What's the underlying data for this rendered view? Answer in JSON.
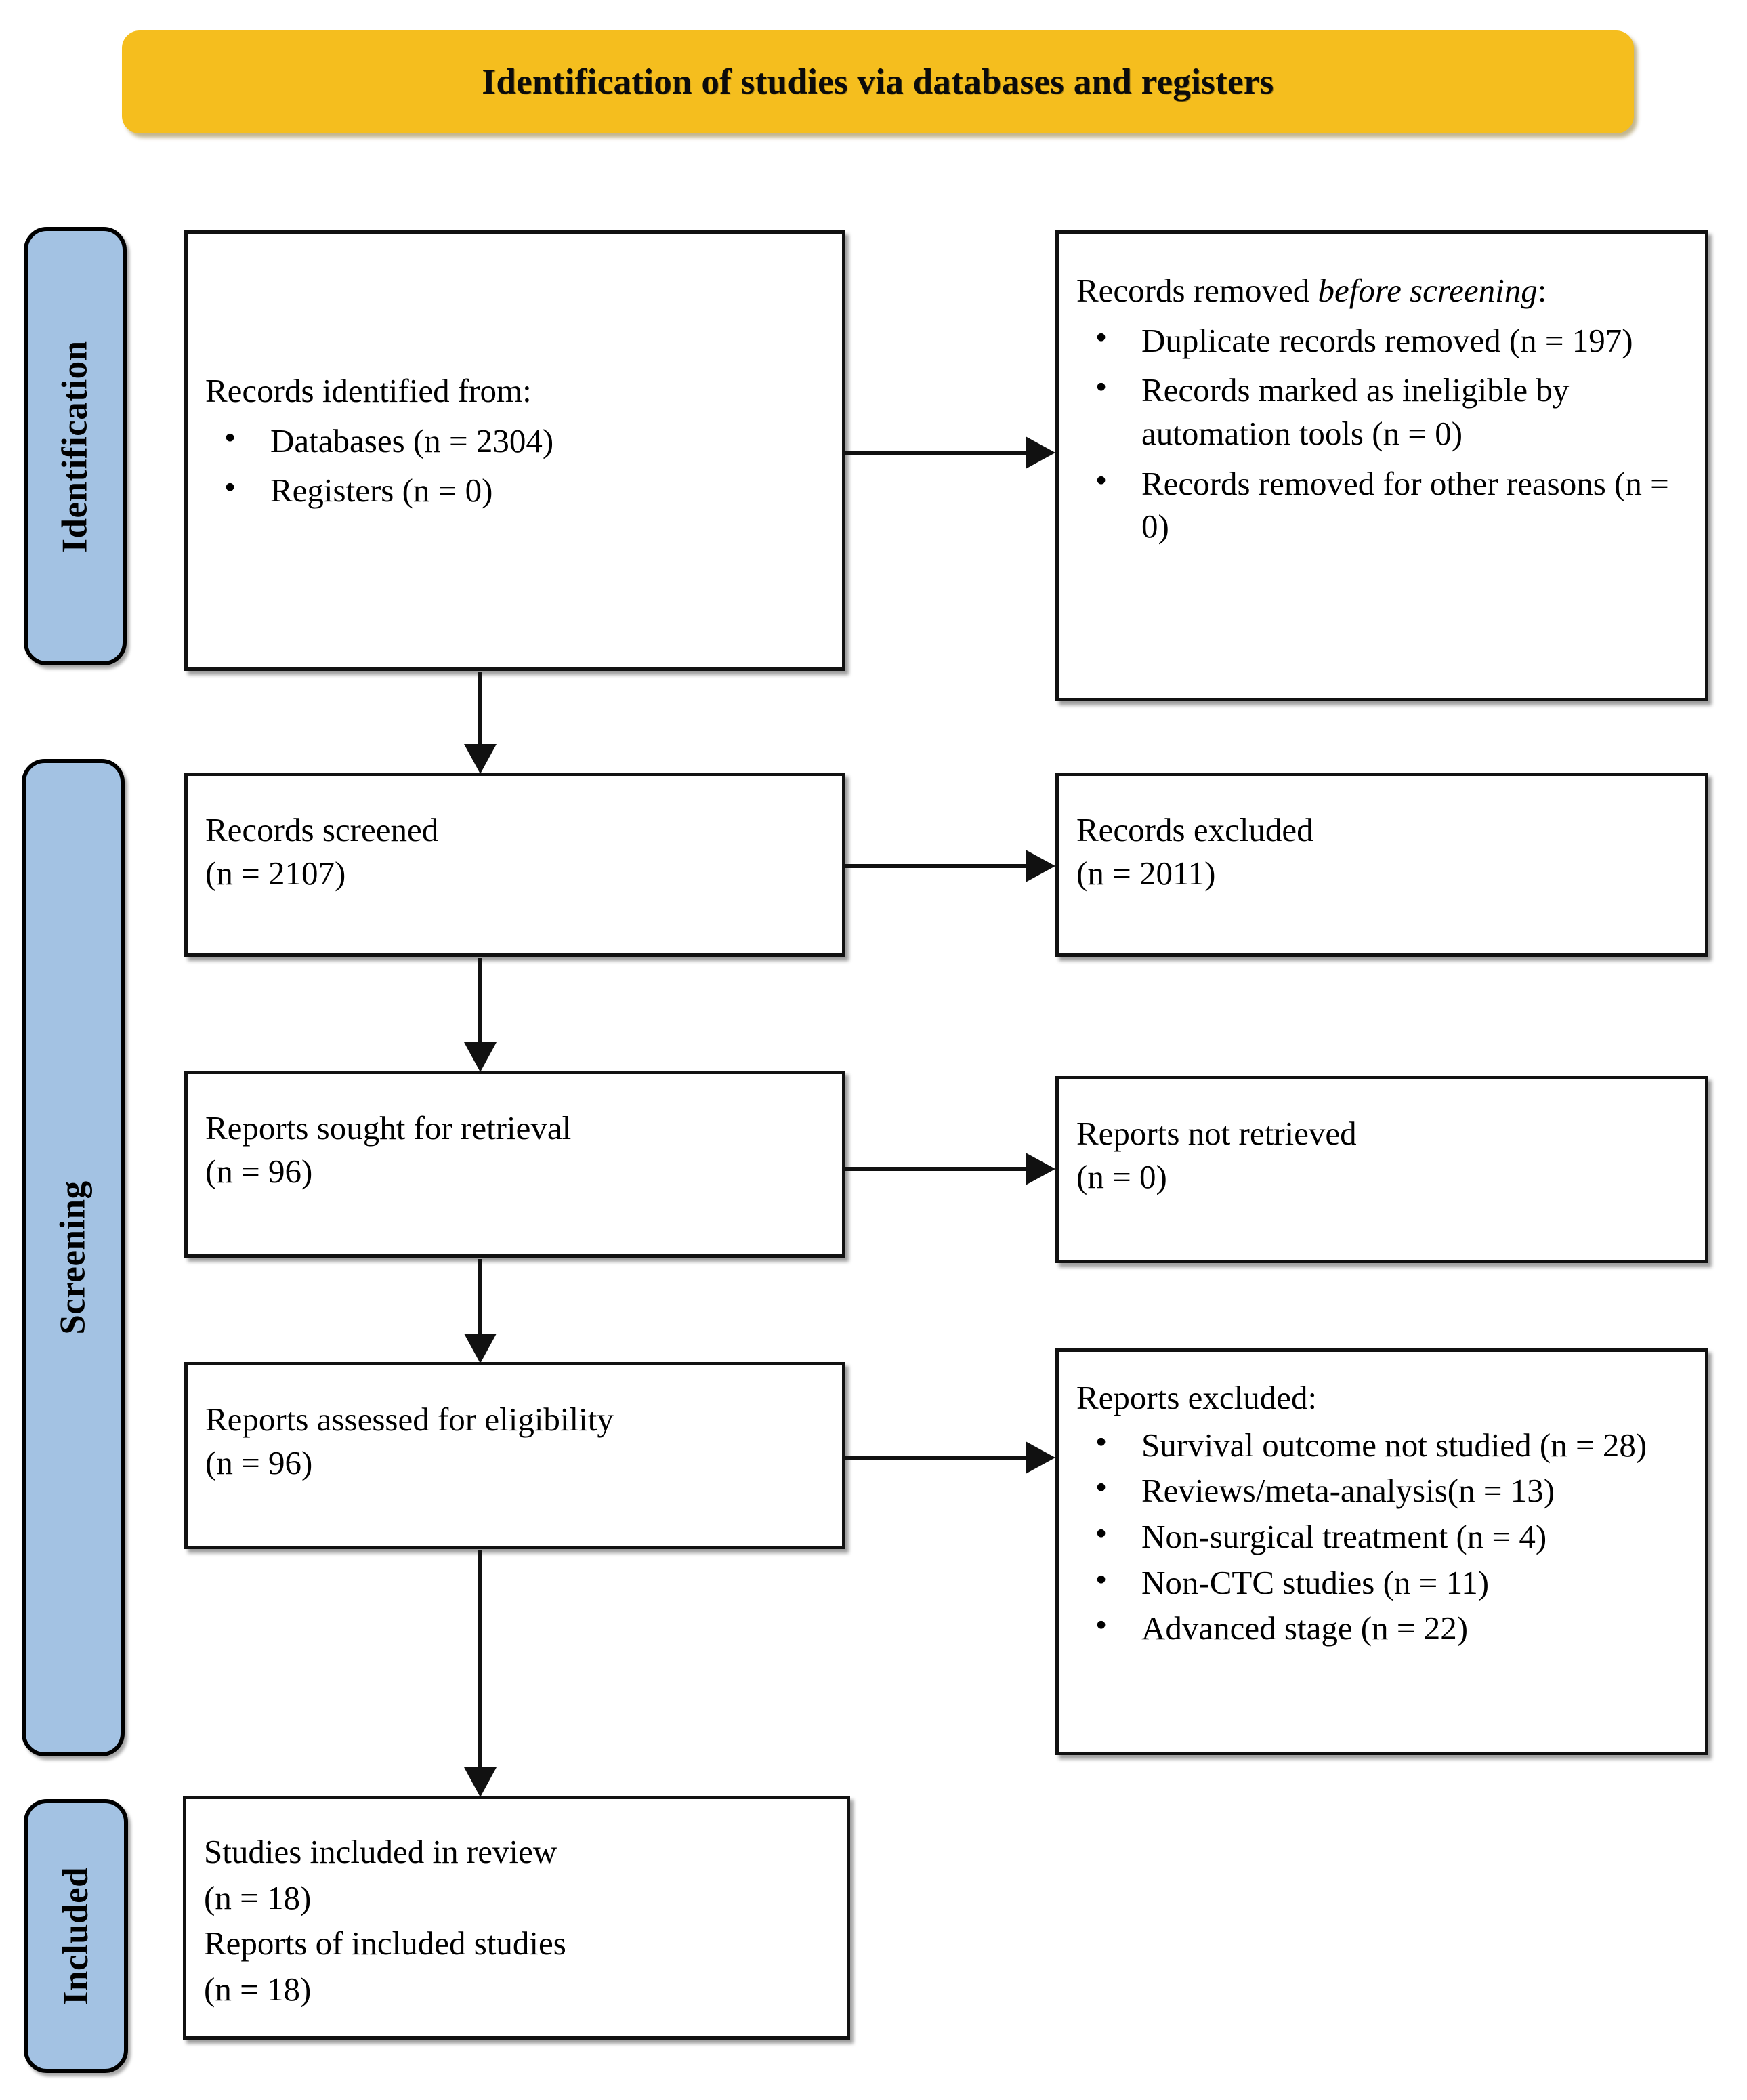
{
  "title": {
    "text": "Identification of studies via databases and registers",
    "color": "#F5BE1E"
  },
  "stages": [
    {
      "id": "identification",
      "label": "Identification",
      "color": "#A3C2E3"
    },
    {
      "id": "screening",
      "label": "Screening",
      "color": "#A3C2E3"
    },
    {
      "id": "included",
      "label": "Included",
      "color": "#A3C2E3"
    }
  ],
  "boxes": {
    "identified": {
      "header": "Records identified from:",
      "items": [
        "Databases (n = 2304)",
        "Registers (n = 0)"
      ]
    },
    "removed_before_screening": {
      "header_pre": "Records removed ",
      "header_em": "before screening",
      "header_post": ":",
      "items": [
        "Duplicate records removed (n = 197)",
        "Records marked as ineligible by automation tools (n = 0)",
        "Records removed for other reasons (n = 0)"
      ]
    },
    "records_screened": {
      "line1": "Records screened",
      "line2": "(n = 2107)"
    },
    "records_excluded": {
      "line1": "Records excluded",
      "line2": "(n = 2011)"
    },
    "reports_sought": {
      "line1": "Reports sought for retrieval",
      "line2": "(n = 96)"
    },
    "reports_not_retrieved": {
      "line1": "Reports not retrieved",
      "line2": "(n = 0)"
    },
    "reports_assessed": {
      "line1": "Reports assessed for eligibility",
      "line2": "(n = 96)"
    },
    "reports_excluded": {
      "header": "Reports excluded:",
      "items": [
        "Survival outcome not studied (n = 28)",
        "Reviews/meta-analysis(n = 13)",
        "Non-surgical treatment (n = 4)",
        "Non-CTC studies (n = 11)",
        "Advanced stage (n = 22)"
      ]
    },
    "included": {
      "line1": "Studies included in review",
      "line2": "(n = 18)",
      "line3": "Reports of included studies",
      "line4": "(n = 18)"
    }
  },
  "connectors": [
    {
      "id": "identified-to-removed",
      "name": "arrow-right-identification",
      "direction": "right"
    },
    {
      "id": "identified-to-screened",
      "name": "arrow-down-to-screened",
      "direction": "down"
    },
    {
      "id": "screened-to-excluded",
      "name": "arrow-right-screened",
      "direction": "right"
    },
    {
      "id": "screened-to-sought",
      "name": "arrow-down-to-sought",
      "direction": "down"
    },
    {
      "id": "sought-to-not-retrieved",
      "name": "arrow-right-sought",
      "direction": "right"
    },
    {
      "id": "sought-to-eligibility",
      "name": "arrow-down-to-eligibility",
      "direction": "down"
    },
    {
      "id": "eligibility-to-excluded",
      "name": "arrow-right-eligibility",
      "direction": "right"
    },
    {
      "id": "eligibility-to-included",
      "name": "arrow-down-to-included",
      "direction": "down"
    }
  ]
}
